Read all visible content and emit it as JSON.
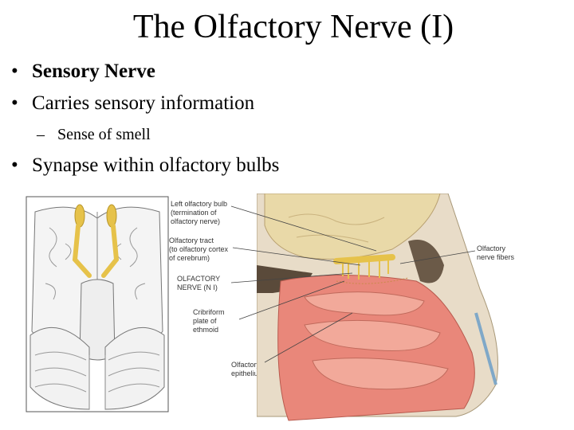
{
  "slide": {
    "title": "The Olfactory Nerve (I)",
    "bullets": [
      {
        "marker": "•",
        "text": "Sensory Nerve"
      },
      {
        "marker": "•",
        "text": "Carries sensory information"
      },
      {
        "marker": "•",
        "text": "Synapse within olfactory bulbs"
      }
    ],
    "sub_bullets": [
      {
        "marker": "–",
        "text": "Sense of smell"
      }
    ]
  },
  "figure": {
    "labels": {
      "left_bulb": "Left olfactory bulb\n(termination of\nolfactory nerve)",
      "tract": "Olfactory tract\n(to olfactory cortex\nof cerebrum)",
      "nerve": "OLFACTORY\nNERVE (N I)",
      "cribriform": "Cribriform\nplate of\nethmoid",
      "epithelium": "Olfactory\nepithelium",
      "fibers": "Olfactory\nnerve fibers"
    },
    "colors": {
      "nerve": "#e6c24a",
      "mucosa": "#e9877a",
      "bone": "#e8dcc8",
      "brain": "#e9d9a8"
    }
  }
}
